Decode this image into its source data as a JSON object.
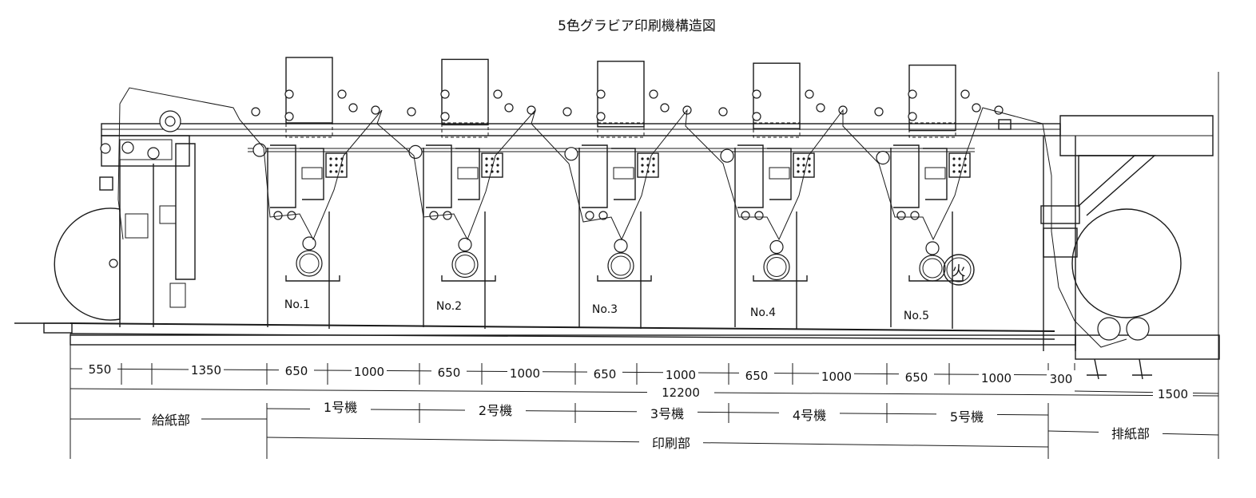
{
  "title": "5色グラビア印刷機構造図",
  "units": [
    {
      "label": "No.1"
    },
    {
      "label": "No.2"
    },
    {
      "label": "No.3"
    },
    {
      "label": "No.4"
    },
    {
      "label": "No.5"
    }
  ],
  "fire_mark": "火",
  "dimensions": [
    "550",
    "1350",
    "650",
    "1000",
    "650",
    "1000",
    "650",
    "1000",
    "650",
    "1000",
    "650",
    "1000",
    "300",
    "1500"
  ],
  "total_length": "12200",
  "machines": [
    "1号機",
    "2号機",
    "3号機",
    "4号機",
    "5号機"
  ],
  "sections": {
    "feed": "給紙部",
    "print": "印刷部",
    "delivery": "排紙部"
  }
}
